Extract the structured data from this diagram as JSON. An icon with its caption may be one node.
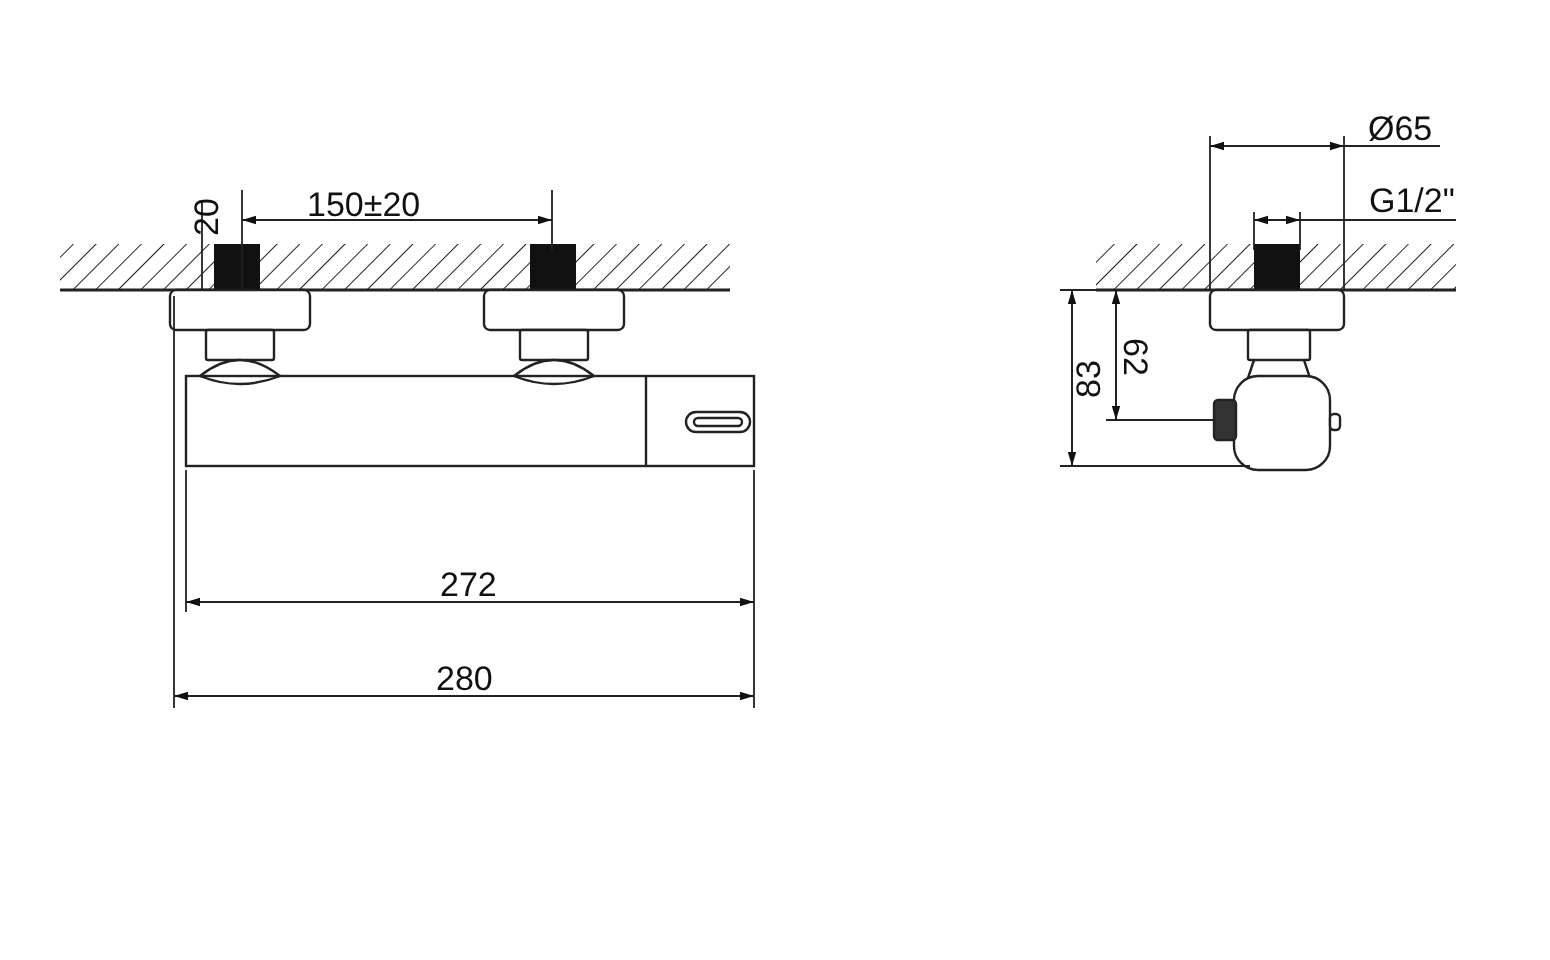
{
  "diagram": {
    "labels": [
      "20",
      "150±20",
      "272",
      "280",
      "Ø65",
      "G1/2\"",
      "83",
      "62"
    ]
  }
}
